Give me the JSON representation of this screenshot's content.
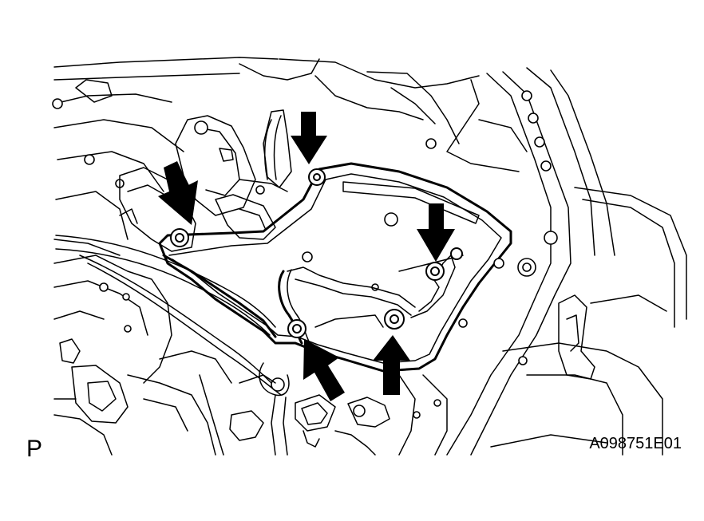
{
  "diagram": {
    "corner_label": "P",
    "figure_code": "A098751E01",
    "callouts": [
      {
        "id": "arrow-1",
        "direction": "down",
        "icon": "arrow-down-icon"
      },
      {
        "id": "arrow-2",
        "direction": "down",
        "icon": "arrow-down-icon"
      },
      {
        "id": "arrow-3",
        "direction": "down",
        "icon": "arrow-down-icon"
      },
      {
        "id": "arrow-4",
        "direction": "up",
        "icon": "arrow-up-icon"
      },
      {
        "id": "arrow-5",
        "direction": "up",
        "icon": "arrow-up-icon"
      }
    ]
  }
}
